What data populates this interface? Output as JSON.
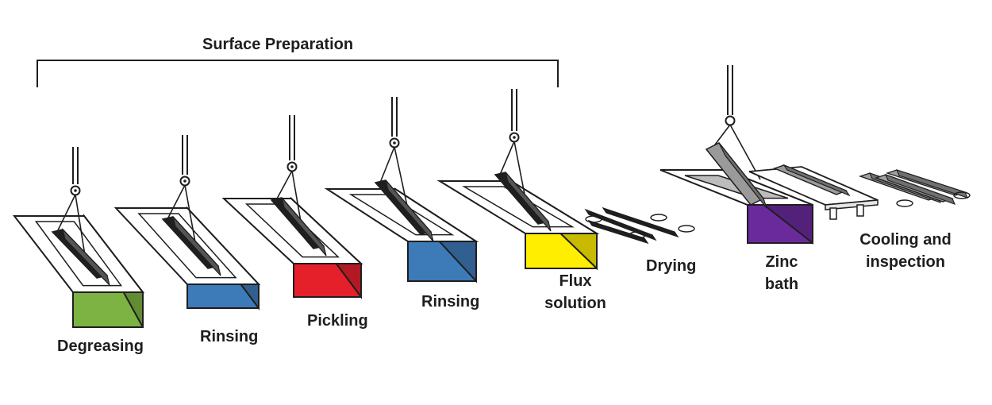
{
  "header": {
    "title": "Surface Preparation"
  },
  "steps": [
    {
      "label": "Degreasing",
      "tank_color": "#7cb342"
    },
    {
      "label": "Rinsing",
      "tank_color": "#3d7ab8"
    },
    {
      "label": "Pickling",
      "tank_color": "#e5202b"
    },
    {
      "label": "Rinsing",
      "tank_color": "#3d7ab8"
    },
    {
      "label_lines": [
        "Flux",
        "solution"
      ],
      "tank_color": "#ffee00"
    },
    {
      "label": "Drying"
    },
    {
      "label_lines": [
        "Zinc",
        "bath"
      ],
      "tank_color": "#6a2a9c"
    },
    {
      "label_lines": [
        "Cooling and",
        "inspection"
      ]
    }
  ]
}
